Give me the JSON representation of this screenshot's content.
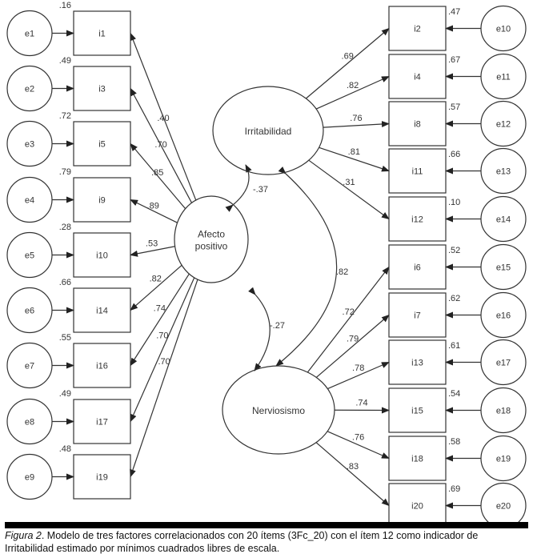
{
  "factors": [
    {
      "id": "affect",
      "lines": [
        "Afecto",
        "positivo"
      ]
    },
    {
      "id": "irrit",
      "lines": [
        "Irritabilidad"
      ]
    },
    {
      "id": "nerv",
      "lines": [
        "Nerviosismo"
      ]
    }
  ],
  "left_items": [
    {
      "item": "i1",
      "error": "e1",
      "r2": ".16",
      "loading": ".40"
    },
    {
      "item": "i3",
      "error": "e2",
      "r2": ".49",
      "loading": ".70"
    },
    {
      "item": "i5",
      "error": "e3",
      "r2": ".72",
      "loading": ".85"
    },
    {
      "item": "i9",
      "error": "e4",
      "r2": ".79",
      "loading": ".89"
    },
    {
      "item": "i10",
      "error": "e5",
      "r2": ".28",
      "loading": ".53"
    },
    {
      "item": "i14",
      "error": "e6",
      "r2": ".66",
      "loading": ".82"
    },
    {
      "item": "i16",
      "error": "e7",
      "r2": ".55",
      "loading": ".74"
    },
    {
      "item": "i17",
      "error": "e8",
      "r2": ".49",
      "loading": ".70"
    },
    {
      "item": "i19",
      "error": "e9",
      "r2": ".48",
      "loading": ".70"
    }
  ],
  "right_items": [
    {
      "item": "i2",
      "error": "e10",
      "r2": ".47",
      "loading": ".69",
      "factor": "irrit"
    },
    {
      "item": "i4",
      "error": "e11",
      "r2": ".67",
      "loading": ".82",
      "factor": "irrit"
    },
    {
      "item": "i8",
      "error": "e12",
      "r2": ".57",
      "loading": ".76",
      "factor": "irrit"
    },
    {
      "item": "i11",
      "error": "e13",
      "r2": ".66",
      "loading": ".81",
      "factor": "irrit"
    },
    {
      "item": "i12",
      "error": "e14",
      "r2": ".10",
      "loading": ".31",
      "factor": "irrit"
    },
    {
      "item": "i6",
      "error": "e15",
      "r2": ".52",
      "loading": ".72",
      "factor": "nerv"
    },
    {
      "item": "i7",
      "error": "e16",
      "r2": ".62",
      "loading": ".79",
      "factor": "nerv"
    },
    {
      "item": "i13",
      "error": "e17",
      "r2": ".61",
      "loading": ".78",
      "factor": "nerv"
    },
    {
      "item": "i15",
      "error": "e18",
      "r2": ".54",
      "loading": ".74",
      "factor": "nerv"
    },
    {
      "item": "i18",
      "error": "e19",
      "r2": ".58",
      "loading": ".76",
      "factor": "nerv"
    },
    {
      "item": "i20",
      "error": "e20",
      "r2": ".69",
      "loading": ".83",
      "factor": "nerv"
    }
  ],
  "correlations": [
    {
      "from": "affect",
      "to": "irrit",
      "value": "-.37"
    },
    {
      "from": "affect",
      "to": "nerv",
      "value": "-.27"
    },
    {
      "from": "irrit",
      "to": "nerv",
      "value": ".82"
    }
  ],
  "caption": {
    "label": "Figura 2",
    "text": ". Modelo de tres factores correlacionados con 20 ítems (3Fc_20) con el ítem 12 como indicador de Irritabilidad estimado por mínimos cuadrados libres de escala."
  }
}
